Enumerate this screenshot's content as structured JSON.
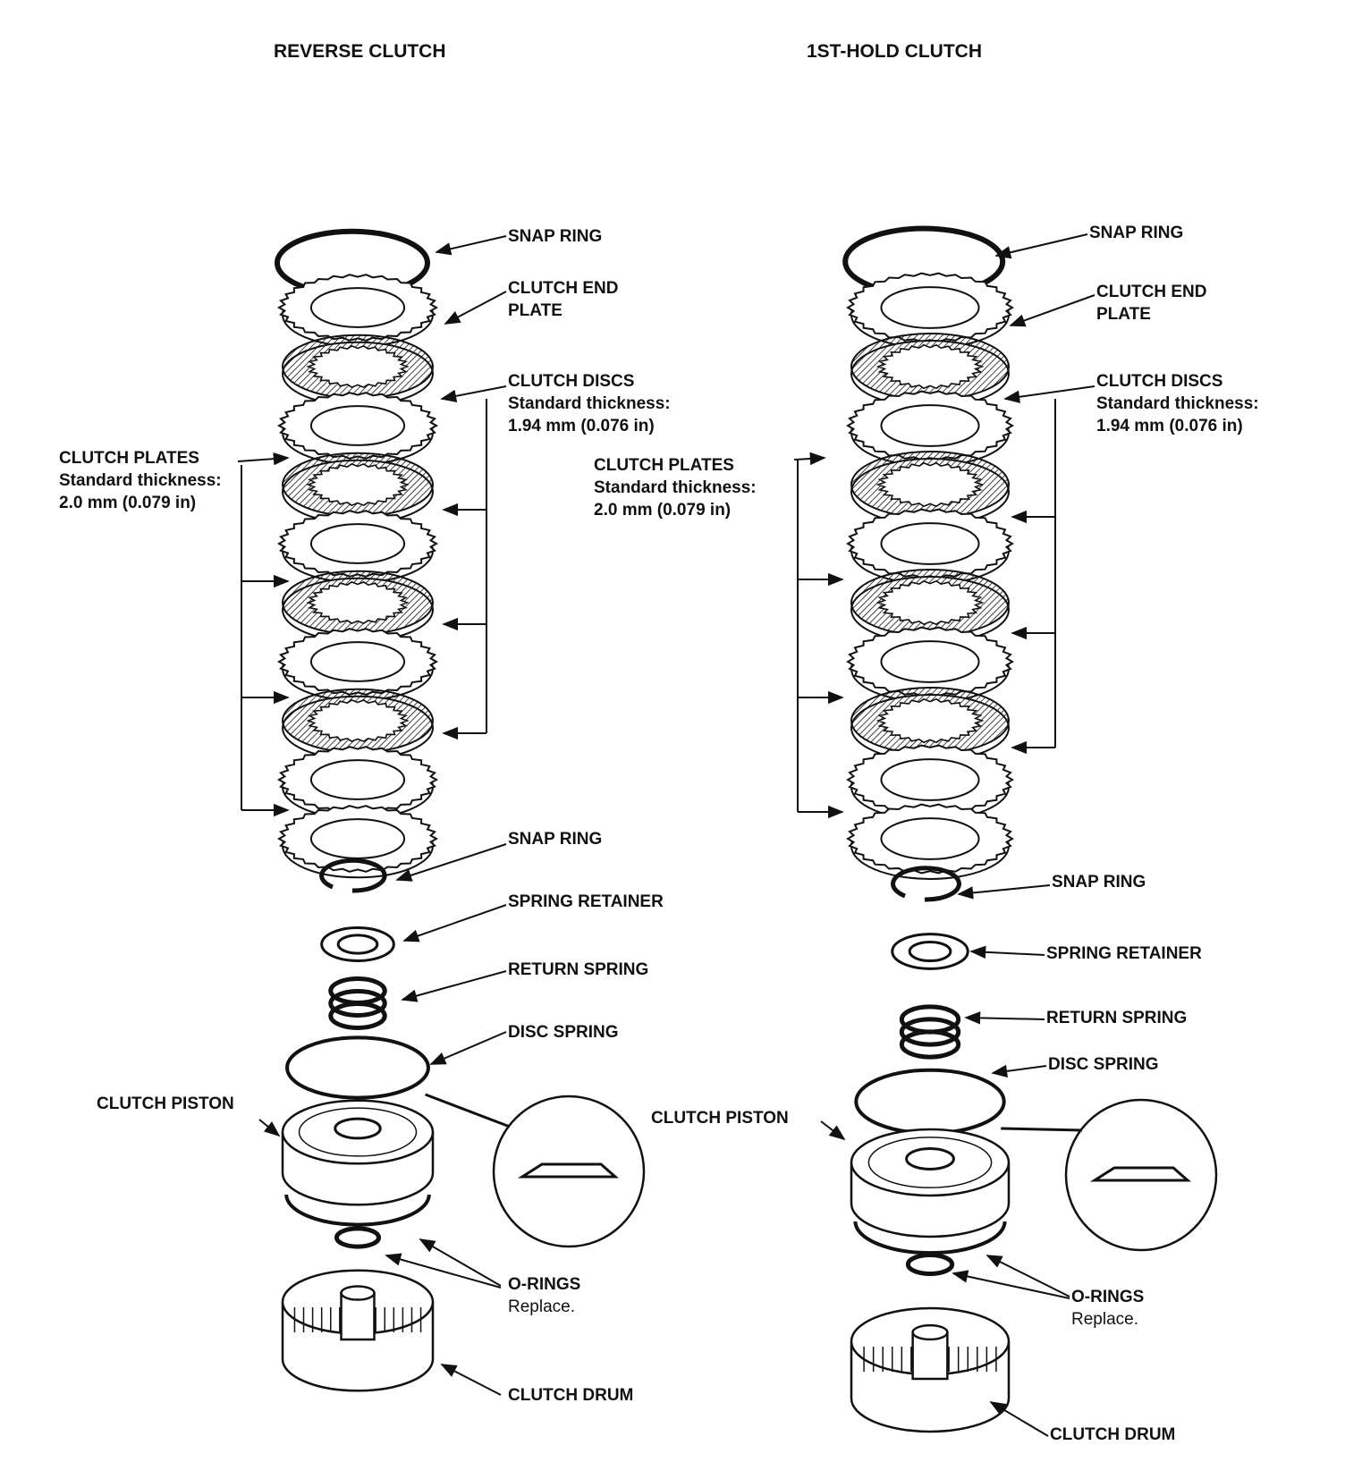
{
  "reverse": {
    "title": "REVERSE CLUTCH",
    "snap_ring_top": "SNAP RING",
    "end_plate_1": "CLUTCH END",
    "end_plate_2": "PLATE",
    "discs": "CLUTCH DISCS",
    "discs_std": "Standard thickness:",
    "discs_val": "1.94 mm (0.076 in)",
    "plates": "CLUTCH PLATES",
    "plates_std": "Standard thickness:",
    "plates_val": "2.0 mm (0.079 in)",
    "snap_ring_mid": "SNAP RING",
    "spring_retainer": "SPRING RETAINER",
    "return_spring": "RETURN SPRING",
    "disc_spring": "DISC SPRING",
    "piston": "CLUTCH PISTON",
    "orings": "O-RINGS",
    "orings_note": "Replace.",
    "drum": "CLUTCH DRUM"
  },
  "hold": {
    "title": "1ST-HOLD CLUTCH",
    "snap_ring_top": "SNAP RING",
    "end_plate_1": "CLUTCH END",
    "end_plate_2": "PLATE",
    "discs": "CLUTCH DISCS",
    "discs_std": "Standard thickness:",
    "discs_val": "1.94 mm (0.076 in)",
    "plates": "CLUTCH PLATES",
    "plates_std": "Standard thickness:",
    "plates_val": "2.0 mm (0.079 in)",
    "snap_ring_mid": "SNAP RING",
    "spring_retainer": "SPRING RETAINER",
    "return_spring": "RETURN SPRING",
    "disc_spring": "DISC SPRING",
    "piston": "CLUTCH PISTON",
    "orings": "O-RINGS",
    "orings_note": "Replace.",
    "drum": "CLUTCH DRUM"
  }
}
